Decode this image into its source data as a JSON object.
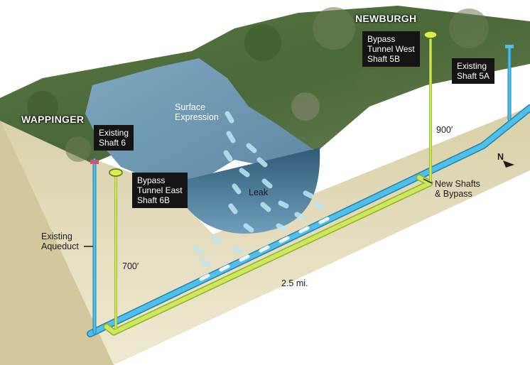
{
  "places": {
    "west_town": "WAPPINGER",
    "east_town": "NEWBURGH"
  },
  "shafts": {
    "existing_6": "Existing\nShaft 6",
    "bypass_6b": "Bypass\nTunnel East\nShaft 6B",
    "bypass_5b": "Bypass\nTunnel West\nShaft 5B",
    "existing_5a": "Existing\nShaft 5A"
  },
  "labels": {
    "surface_expression": "Surface\nExpression",
    "leak": "Leak",
    "existing_aqueduct": "Existing\nAqueduct",
    "new_shafts_bypass": "New Shafts\n& Bypass",
    "depth_east": "700′",
    "depth_west": "900′",
    "bypass_length": "2.5 mi.",
    "north": "N"
  },
  "colors": {
    "aqueduct": "#44b8e6",
    "bypass": "#c6e14a",
    "earth": "#e3dcbe",
    "river": "#6f96ae",
    "land": "#4f6e3a"
  }
}
